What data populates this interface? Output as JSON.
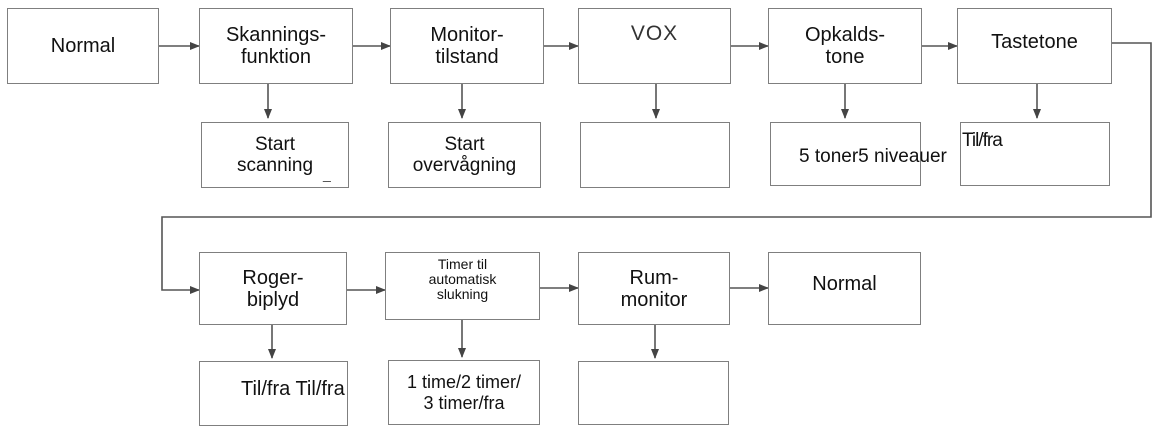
{
  "row1": {
    "normal": "Normal",
    "scan_1": "Skannings-",
    "scan_2": "funktion",
    "monitor_1": "Monitor-",
    "monitor_2": "tilstand",
    "vox": "VOX",
    "call_1": "Opkalds-",
    "call_2": "tone",
    "key": "Tastetone"
  },
  "row1_sub": {
    "scan_1": "Start",
    "scan_2": "scanning",
    "scan_mark": "_",
    "monitor_1": "Start",
    "monitor_2": "overvågning",
    "vox": "",
    "call": "5 toner5 niveauer",
    "key": "Til/fra"
  },
  "row2": {
    "roger_1": "Roger-",
    "roger_2": "biplyd",
    "timer_1": "Timer til",
    "timer_2": "automatisk",
    "timer_3": "slukning",
    "room_1": "Rum-",
    "room_2": "monitor",
    "normal": "Normal"
  },
  "row2_sub": {
    "roger": "Til/fra Til/fra",
    "timer_1": "1 time/2 timer/",
    "timer_2": "3 timer/fra",
    "room": ""
  }
}
